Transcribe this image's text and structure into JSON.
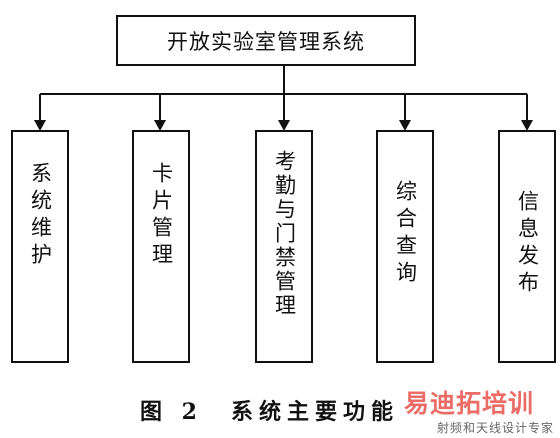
{
  "diagram": {
    "root": {
      "label": "开放实验室管理系统"
    },
    "children": [
      {
        "label": "系统维护"
      },
      {
        "label": "卡片管理"
      },
      {
        "label": "考勤与门禁管理"
      },
      {
        "label": "综合查询"
      },
      {
        "label": "信息发布"
      }
    ]
  },
  "caption": "图 2　系统主要功能",
  "watermark": {
    "logo_text": "易迪拓培训",
    "sub_text": "射频和天线设计专家"
  }
}
